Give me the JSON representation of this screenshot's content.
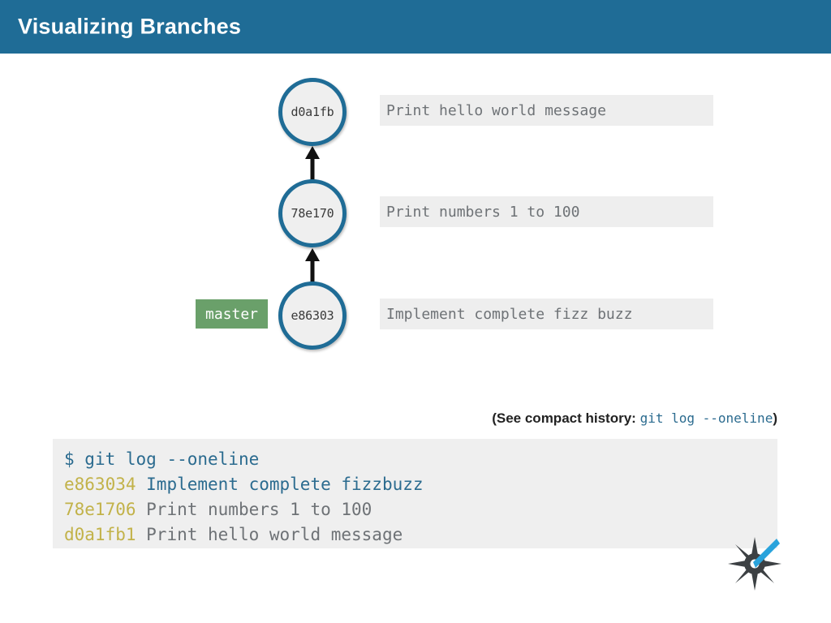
{
  "header": {
    "title": "Visualizing Branches",
    "background": "#1f6c96",
    "text_color": "#ffffff"
  },
  "graph": {
    "node_border_color": "#1f6c96",
    "node_fill_color": "#efefef",
    "branch_label_color": "#6aa06a",
    "msg_bar_color": "#eeeeee",
    "commits": [
      {
        "hash": "d0a1fb",
        "message": "Print hello world message",
        "branch": ""
      },
      {
        "hash": "78e170",
        "message": "Print numbers 1 to 100",
        "branch": ""
      },
      {
        "hash": "e86303",
        "message": "Implement complete fizz buzz",
        "branch": "master"
      }
    ]
  },
  "caption": {
    "prefix": "(See compact history:",
    "code": "git log --oneline",
    "suffix": ")"
  },
  "terminal": {
    "background": "#efefef",
    "hash_color": "#c2b249",
    "blue_color": "#2b6b8f",
    "gray_color": "#6e7276",
    "lines": [
      {
        "prompt": "$ ",
        "command": "git log --oneline"
      },
      {
        "hash": "e863034",
        "message": " Implement complete fizzbuzz"
      },
      {
        "hash": "78e1706",
        "message": " Print numbers 1 to 100"
      },
      {
        "hash": "d0a1fb1",
        "message": " Print hello world message"
      }
    ]
  },
  "logo": {
    "name": "starburst-logo",
    "star_color": "#3c4043",
    "accent_color": "#29a3dc"
  }
}
